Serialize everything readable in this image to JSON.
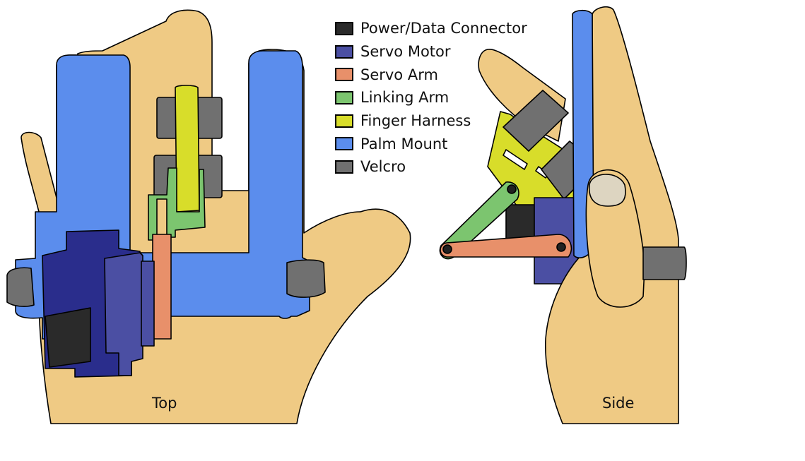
{
  "legend": [
    {
      "label": "Power/Data Connector",
      "color": "#2a2a2a"
    },
    {
      "label": "Servo Motor",
      "color": "#4b4fa3"
    },
    {
      "label": "Servo Arm",
      "color": "#e8906a"
    },
    {
      "label": "Linking Arm",
      "color": "#7cc56f"
    },
    {
      "label": "Finger Harness",
      "color": "#d8dd2a"
    },
    {
      "label": "Palm Mount",
      "color": "#5b8ded"
    },
    {
      "label": "Velcro",
      "color": "#707070"
    }
  ],
  "views": {
    "top": "Top",
    "side": "Side"
  },
  "colors": {
    "skin": "#efca84",
    "outline": "#000000",
    "motor_dark": "#2a2d8c",
    "nail": "#ddd5c1"
  }
}
